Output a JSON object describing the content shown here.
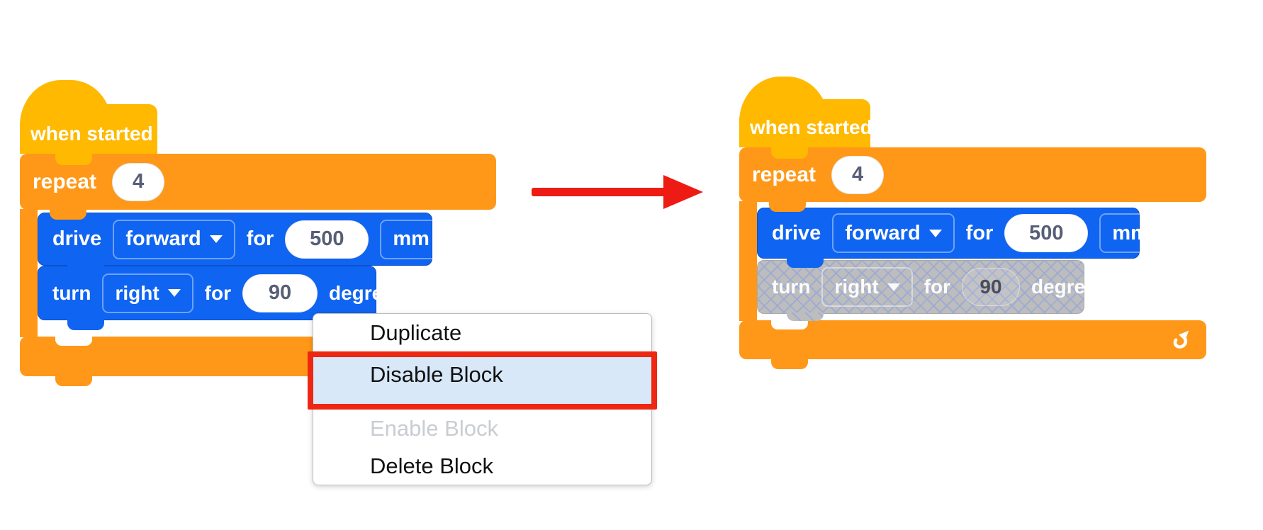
{
  "colors": {
    "canvas_bg": "#FFFFFF",
    "hat": "#FFB900",
    "orange": "#FF9818",
    "blue": "#0F64F2",
    "blue_border": "#0B50C8",
    "value_text": "#575E75",
    "disabled_bg": "#BDBDBD",
    "disabled_value_text": "#4D4D58",
    "menu_bg": "#FFFFFF",
    "menu_border": "#BDBDBD",
    "menu_text": "#111111",
    "menu_highlight_bg": "#D8E8F8",
    "menu_highlight_border": "#EE2712",
    "menu_disabled_text": "#C9CDD1",
    "arrow_red": "#EE1B14"
  },
  "left_program": {
    "hat_label": "when started",
    "repeat_label": "repeat",
    "repeat_count": "4",
    "drive": {
      "verb": "drive",
      "direction": "forward",
      "for": "for",
      "value": "500",
      "unit": "mm"
    },
    "turn": {
      "verb": "turn",
      "direction": "right",
      "for": "for",
      "value": "90",
      "unit": "degrees"
    }
  },
  "right_program": {
    "hat_label": "when started",
    "repeat_label": "repeat",
    "repeat_count": "4",
    "drive": {
      "verb": "drive",
      "direction": "forward",
      "for": "for",
      "value": "500",
      "unit": "mm"
    },
    "turn": {
      "verb": "turn",
      "direction": "right",
      "for": "for",
      "value": "90",
      "unit": "degrees",
      "state": "disabled"
    }
  },
  "context_menu": {
    "items": [
      {
        "label": "Duplicate",
        "state": "normal"
      },
      {
        "label": "Disable Block",
        "state": "highlighted"
      },
      {
        "label": "Enable Block",
        "state": "disabled"
      },
      {
        "label": "Delete Block",
        "state": "normal"
      }
    ]
  }
}
